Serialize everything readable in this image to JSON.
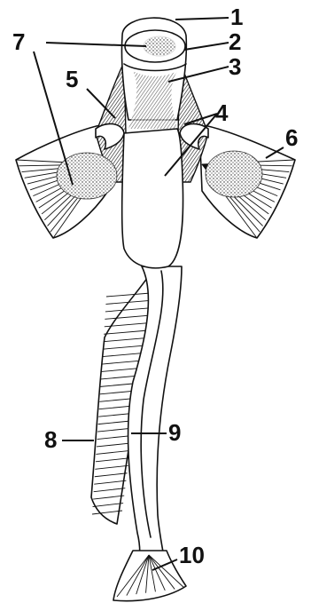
{
  "labels": {
    "l1": "1",
    "l2": "2",
    "l3": "3",
    "l4": "4",
    "l5": "5",
    "l6": "6",
    "l7": "7",
    "l8": "8",
    "l9": "9",
    "l10": "10"
  },
  "colors": {
    "ink": "#111111",
    "paper": "#ffffff",
    "shade": "#555555"
  }
}
